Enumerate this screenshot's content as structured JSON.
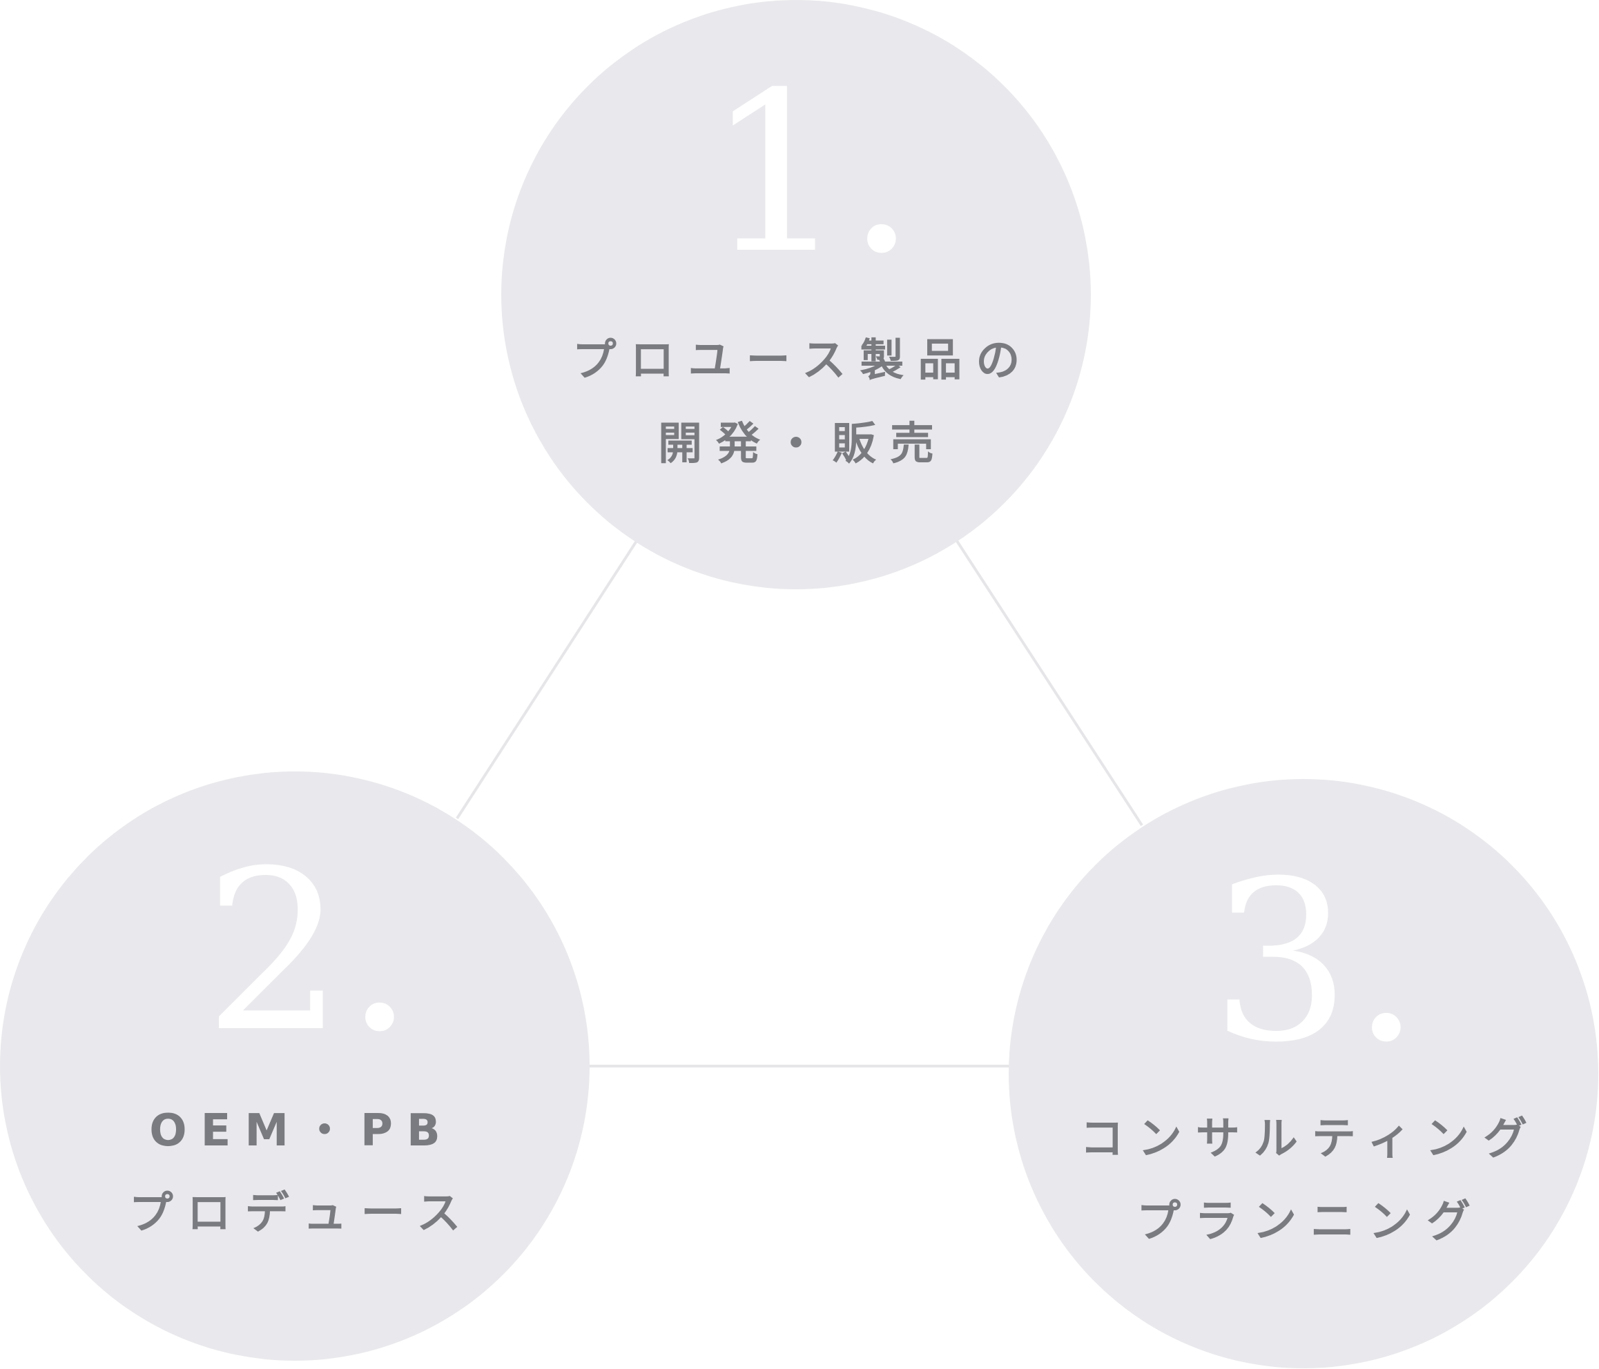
{
  "colors": {
    "circle_fill": "#e9e9ed",
    "connector": "#e6e6e9",
    "number": "#ffffff",
    "label": "#7a7b80"
  },
  "nodes": [
    {
      "number": "1.",
      "label_line1": "プロユース製品の",
      "label_line2": "開発・販売"
    },
    {
      "number": "2.",
      "label_line1": "OEM・PB",
      "label_line2": "プロデュース"
    },
    {
      "number": "3.",
      "label_line1": "コンサルティング",
      "label_line2": "プランニング"
    }
  ]
}
